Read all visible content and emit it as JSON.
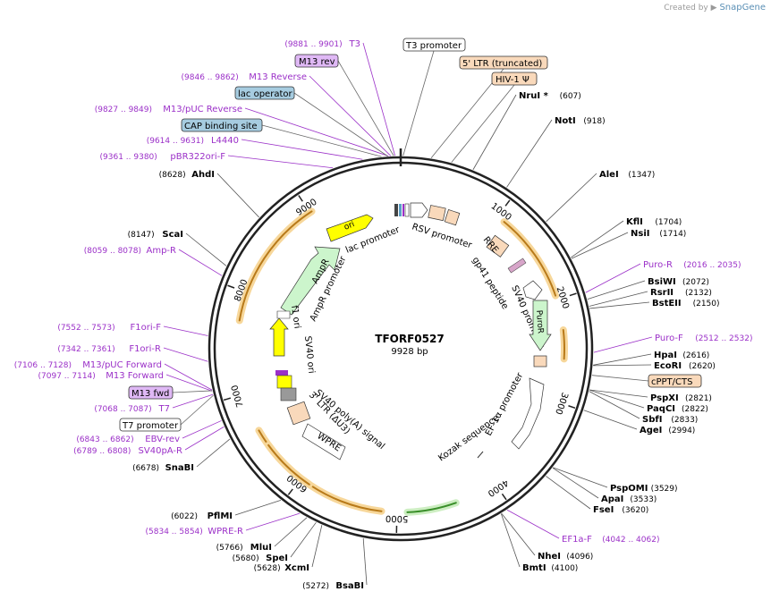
{
  "watermark": {
    "prefix": "Created by",
    "brand": "SnapGene"
  },
  "plasmid": {
    "name": "TFORF0527",
    "size_label": "9928 bp"
  },
  "ticks": [
    "1000",
    "2000",
    "3000",
    "4000",
    "5000",
    "6000",
    "7000",
    "8000",
    "9000"
  ],
  "enzymes": [
    {
      "name": "NruI *",
      "pos": "(607)"
    },
    {
      "name": "NotI",
      "pos": "(918)"
    },
    {
      "name": "AleI",
      "pos": "(1347)"
    },
    {
      "name": "KflI",
      "pos": "(1704)"
    },
    {
      "name": "NsiI",
      "pos": "(1714)"
    },
    {
      "name": "BsiWI",
      "pos": "(2072)"
    },
    {
      "name": "RsrII",
      "pos": "(2132)"
    },
    {
      "name": "BstEII",
      "pos": "(2150)"
    },
    {
      "name": "HpaI",
      "pos": "(2616)"
    },
    {
      "name": "EcoRI",
      "pos": "(2620)"
    },
    {
      "name": "PspXI",
      "pos": "(2821)"
    },
    {
      "name": "PaqCI",
      "pos": "(2822)"
    },
    {
      "name": "SbfI",
      "pos": "(2833)"
    },
    {
      "name": "AgeI",
      "pos": "(2994)"
    },
    {
      "name": "PspOMI",
      "pos": "(3529)"
    },
    {
      "name": "ApaI",
      "pos": "(3533)"
    },
    {
      "name": "FseI",
      "pos": "(3620)"
    },
    {
      "name": "NheI",
      "pos": "(4096)"
    },
    {
      "name": "BmtI",
      "pos": "(4100)"
    },
    {
      "name": "BsaBI",
      "pos": "(5272)"
    },
    {
      "name": "XcmI",
      "pos": "(5628)"
    },
    {
      "name": "SpeI",
      "pos": "(5680)"
    },
    {
      "name": "MluI",
      "pos": "(5766)"
    },
    {
      "name": "PflMI",
      "pos": "(6022)"
    },
    {
      "name": "SnaBI",
      "pos": "(6678)"
    },
    {
      "name": "ScaI",
      "pos": "(8147)"
    },
    {
      "name": "AhdI",
      "pos": "(8628)"
    }
  ],
  "primers": [
    {
      "name": "Puro-R",
      "range": "(2016 .. 2035)"
    },
    {
      "name": "Puro-F",
      "range": "(2512 .. 2532)"
    },
    {
      "name": "EF1a-F",
      "range": "(4042 .. 4062)"
    },
    {
      "name": "WPRE-R",
      "range": "(5834 .. 5854)"
    },
    {
      "name": "SV40pA-R",
      "range": "(6789 .. 6808)"
    },
    {
      "name": "EBV-rev",
      "range": "(6843 .. 6862)"
    },
    {
      "name": "T7",
      "range": "(7068 .. 7087)"
    },
    {
      "name": "M13 Forward",
      "range": "(7097 .. 7114)"
    },
    {
      "name": "M13/pUC Forward",
      "range": "(7106 .. 7128)"
    },
    {
      "name": "F1ori-R",
      "range": "(7342 .. 7361)"
    },
    {
      "name": "F1ori-F",
      "range": "(7552 .. 7573)"
    },
    {
      "name": "Amp-R",
      "range": "(8059 .. 8078)"
    },
    {
      "name": "pBR322ori-F",
      "range": "(9361 .. 9380)"
    },
    {
      "name": "L4440",
      "range": "(9614 .. 9631)"
    },
    {
      "name": "M13/pUC Reverse",
      "range": "(9827 .. 9849)"
    },
    {
      "name": "M13 Reverse",
      "range": "(9846 .. 9862)"
    },
    {
      "name": "T3",
      "range": "(9881 .. 9901)"
    }
  ],
  "boxed_labels": {
    "m13_rev": "M13 rev",
    "lac_operator": "lac operator",
    "cap_binding_site": "CAP binding site",
    "t3_promoter": "T3 promoter",
    "five_ltr": "5' LTR (truncated)",
    "hiv1_psi": "HIV-1 Ψ",
    "cppt_cts": "cPPT/CTS",
    "m13_fwd": "M13 fwd",
    "t7_promoter": "T7 promoter"
  },
  "inner_labels": {
    "ori": "ori",
    "lac_promoter": "lac promoter",
    "rsv_promoter": "RSV promoter",
    "rre": "RRE",
    "gp41_peptide": "gp41 peptide",
    "sv40_promoter": "SV40 promoter",
    "puror": "PuroR",
    "ef1a_promoter": "EF-1α promoter",
    "kozak": "Kozak sequence",
    "ampr": "AmpR",
    "ampr_promoter": "AmpR promoter",
    "f1_ori": "f1 ori",
    "sv40_ori": "SV40 ori",
    "sv40_polya": "SV40 poly(A) signal",
    "three_ltr": "3' LTR (ΔU3)",
    "wpre": "WPRE"
  },
  "colors": {
    "enzyme": "#000000",
    "primer": "#9b30c8",
    "backbone": "#222222",
    "orf_highlight": "#f7d79a",
    "orf_arrow": "#b87a1a",
    "ori_fill": "#ffff00",
    "ampr_fill": "#ccf5cc",
    "ltr_fill": "#f9d9bb",
    "rsv_fill": "#ffffff",
    "primer_box_fill": "#dfb8f5",
    "operator_box_fill": "#a6cce0",
    "wpre_fill": "#ffffff",
    "polya_fill": "#999999",
    "ef1a_fill": "#ffffff"
  }
}
